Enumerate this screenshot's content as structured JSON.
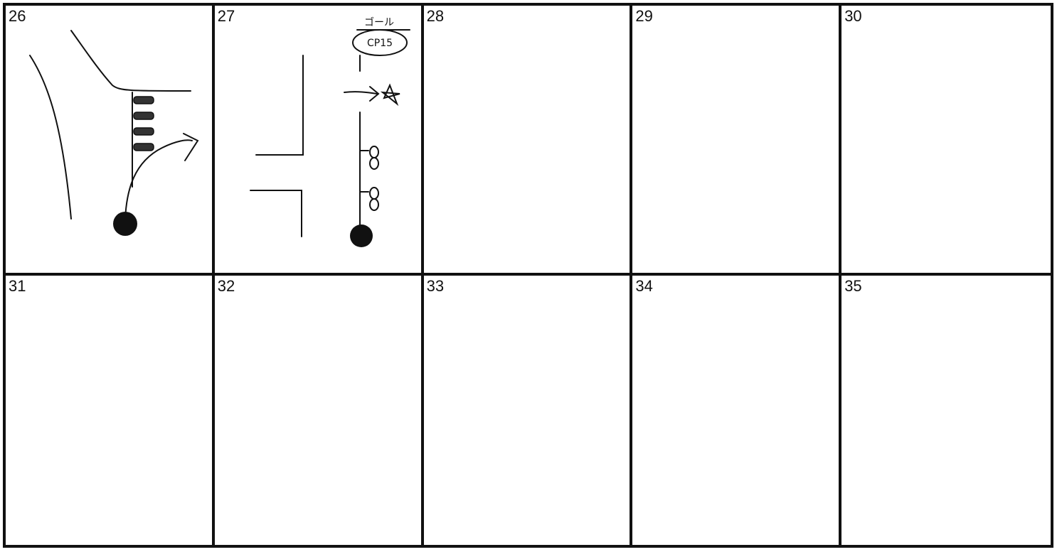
{
  "cells": [
    {
      "number": "26"
    },
    {
      "number": "27"
    },
    {
      "number": "28"
    },
    {
      "number": "29"
    },
    {
      "number": "30"
    },
    {
      "number": "31"
    },
    {
      "number": "32"
    },
    {
      "number": "33"
    },
    {
      "number": "34"
    },
    {
      "number": "35"
    }
  ],
  "notes": {
    "goal_label": "ゴール",
    "checkpoint_label": "CP15"
  },
  "colors": {
    "ink": "#111111",
    "paper": "#ffffff"
  }
}
